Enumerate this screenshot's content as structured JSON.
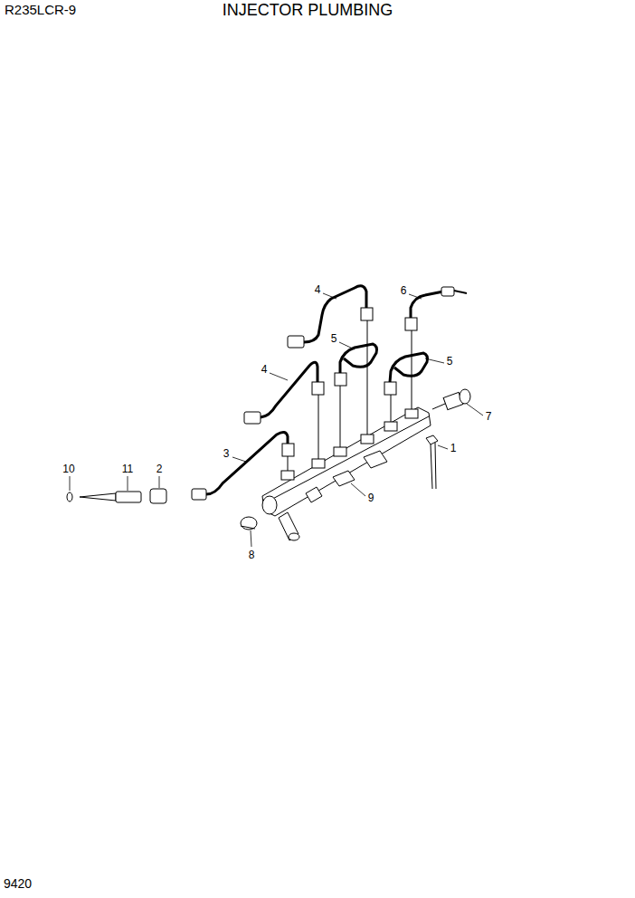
{
  "diagram": {
    "title": "INJECTOR PLUMBING",
    "labels": [
      "R235LCR-9",
      "4",
      "6",
      "5",
      "4",
      "5",
      "7",
      "1",
      "3",
      "10",
      "11",
      "2",
      "9",
      "8",
      "9420"
    ]
  }
}
